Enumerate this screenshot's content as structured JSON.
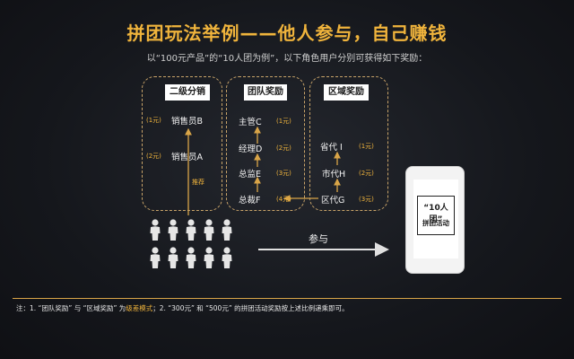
{
  "title": "拼团玩法举例——他人参与，自己赚钱",
  "subtitle": "以“100元产品”的“10人团为例”，以下角色用户分别可获得如下奖励：",
  "panels": [
    {
      "title": "二级分销",
      "nodes": [
        {
          "label": "销售员B",
          "reward": "(1元)"
        },
        {
          "label": "销售员A",
          "reward": "(2元)"
        }
      ],
      "edge_label": "推荐"
    },
    {
      "title": "团队奖励",
      "nodes": [
        {
          "label": "主管C",
          "reward": "(1元)"
        },
        {
          "label": "经理D",
          "reward": "(2元)"
        },
        {
          "label": "总监E",
          "reward": "(3元)"
        },
        {
          "label": "总裁F",
          "reward": "(4元)"
        }
      ]
    },
    {
      "title": "区域奖励",
      "nodes": [
        {
          "label": "省代 I",
          "reward": "(1元)"
        },
        {
          "label": "市代H",
          "reward": "(2元)"
        },
        {
          "label": "区代G",
          "reward": "(3元)"
        }
      ]
    }
  ],
  "phone": {
    "line1": "“10人团”",
    "line2": "拼团活动"
  },
  "join_label": "参与",
  "footer": {
    "prefix": "注：1. “团队奖励” 与 “区域奖励” 为",
    "highlight": "级差模式",
    "suffix": "；2. “300元” 和 “500元” 的拼团活动奖励按上述比例递乘即可。"
  },
  "colors": {
    "accent": "#f0b43c",
    "background": "#121419",
    "dashed_border": "#c9a469"
  },
  "icons": [
    "person-icon",
    "phone-icon"
  ]
}
